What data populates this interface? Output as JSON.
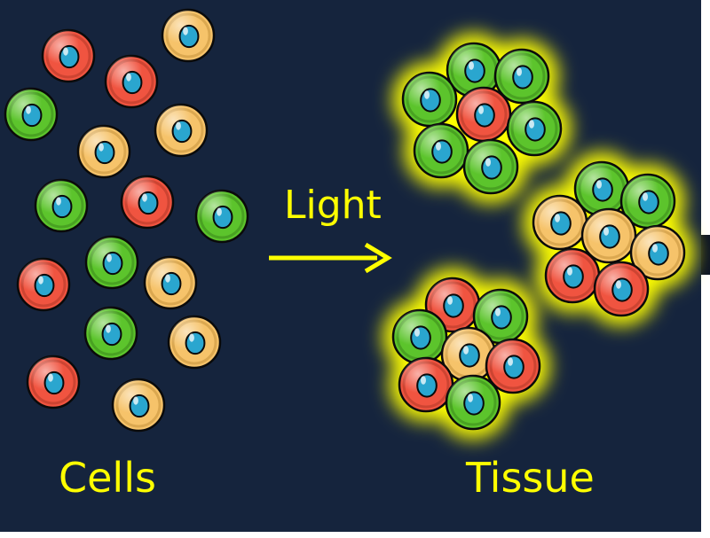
{
  "labels": {
    "left": "Cells",
    "right": "Tissue",
    "arrow": "Light"
  },
  "colors": {
    "background": "#15243d",
    "label": "#ffff00",
    "arrow": "#ffff00",
    "glow": "#ffff00",
    "cell_red": "#f05440",
    "cell_green": "#5cc42c",
    "cell_yellow": "#f6c36a",
    "nucleus": "#2aa6cf"
  },
  "free_cell_colors": [
    "yellow",
    "red",
    "red",
    "green",
    "yellow",
    "yellow",
    "green",
    "red",
    "green",
    "red",
    "green",
    "yellow",
    "green",
    "yellow",
    "red",
    "yellow"
  ],
  "tissue_clusters": [
    {
      "cells": [
        "green",
        "green",
        "green",
        "red",
        "green",
        "green",
        "green"
      ]
    },
    {
      "cells": [
        "green",
        "green",
        "yellow",
        "yellow",
        "yellow",
        "red",
        "red"
      ]
    },
    {
      "cells": [
        "red",
        "green",
        "green",
        "yellow",
        "red",
        "red",
        "green"
      ]
    }
  ]
}
